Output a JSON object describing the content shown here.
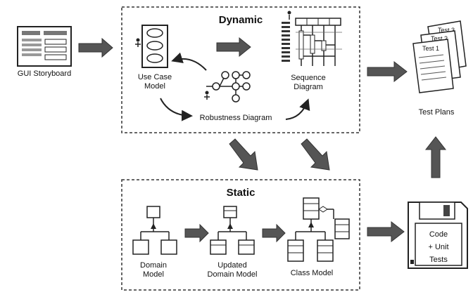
{
  "dynamic_box": {
    "title": "Dynamic"
  },
  "static_box": {
    "title": "Static"
  },
  "nodes": {
    "gui_storyboard": "GUI Storyboard",
    "use_case_model_line1": "Use Case",
    "use_case_model_line2": "Model",
    "sequence_diagram_line1": "Sequence",
    "sequence_diagram_line2": "Diagram",
    "robustness_diagram": "Robustness Diagram",
    "test_plans": "Test Plans",
    "domain_model_line1": "Domain",
    "domain_model_line2": "Model",
    "updated_domain_model_line1": "Updated",
    "updated_domain_model_line2": "Domain Model",
    "class_model": "Class Model",
    "code_line1": "Code",
    "code_line2": "+ Unit",
    "code_line3": "Tests"
  },
  "test_sheets": [
    "Test 3",
    "Test 2",
    "Test 1"
  ],
  "colors": {
    "arrow": "#555555",
    "outline": "#222222",
    "box_fill": "#ffffff"
  }
}
